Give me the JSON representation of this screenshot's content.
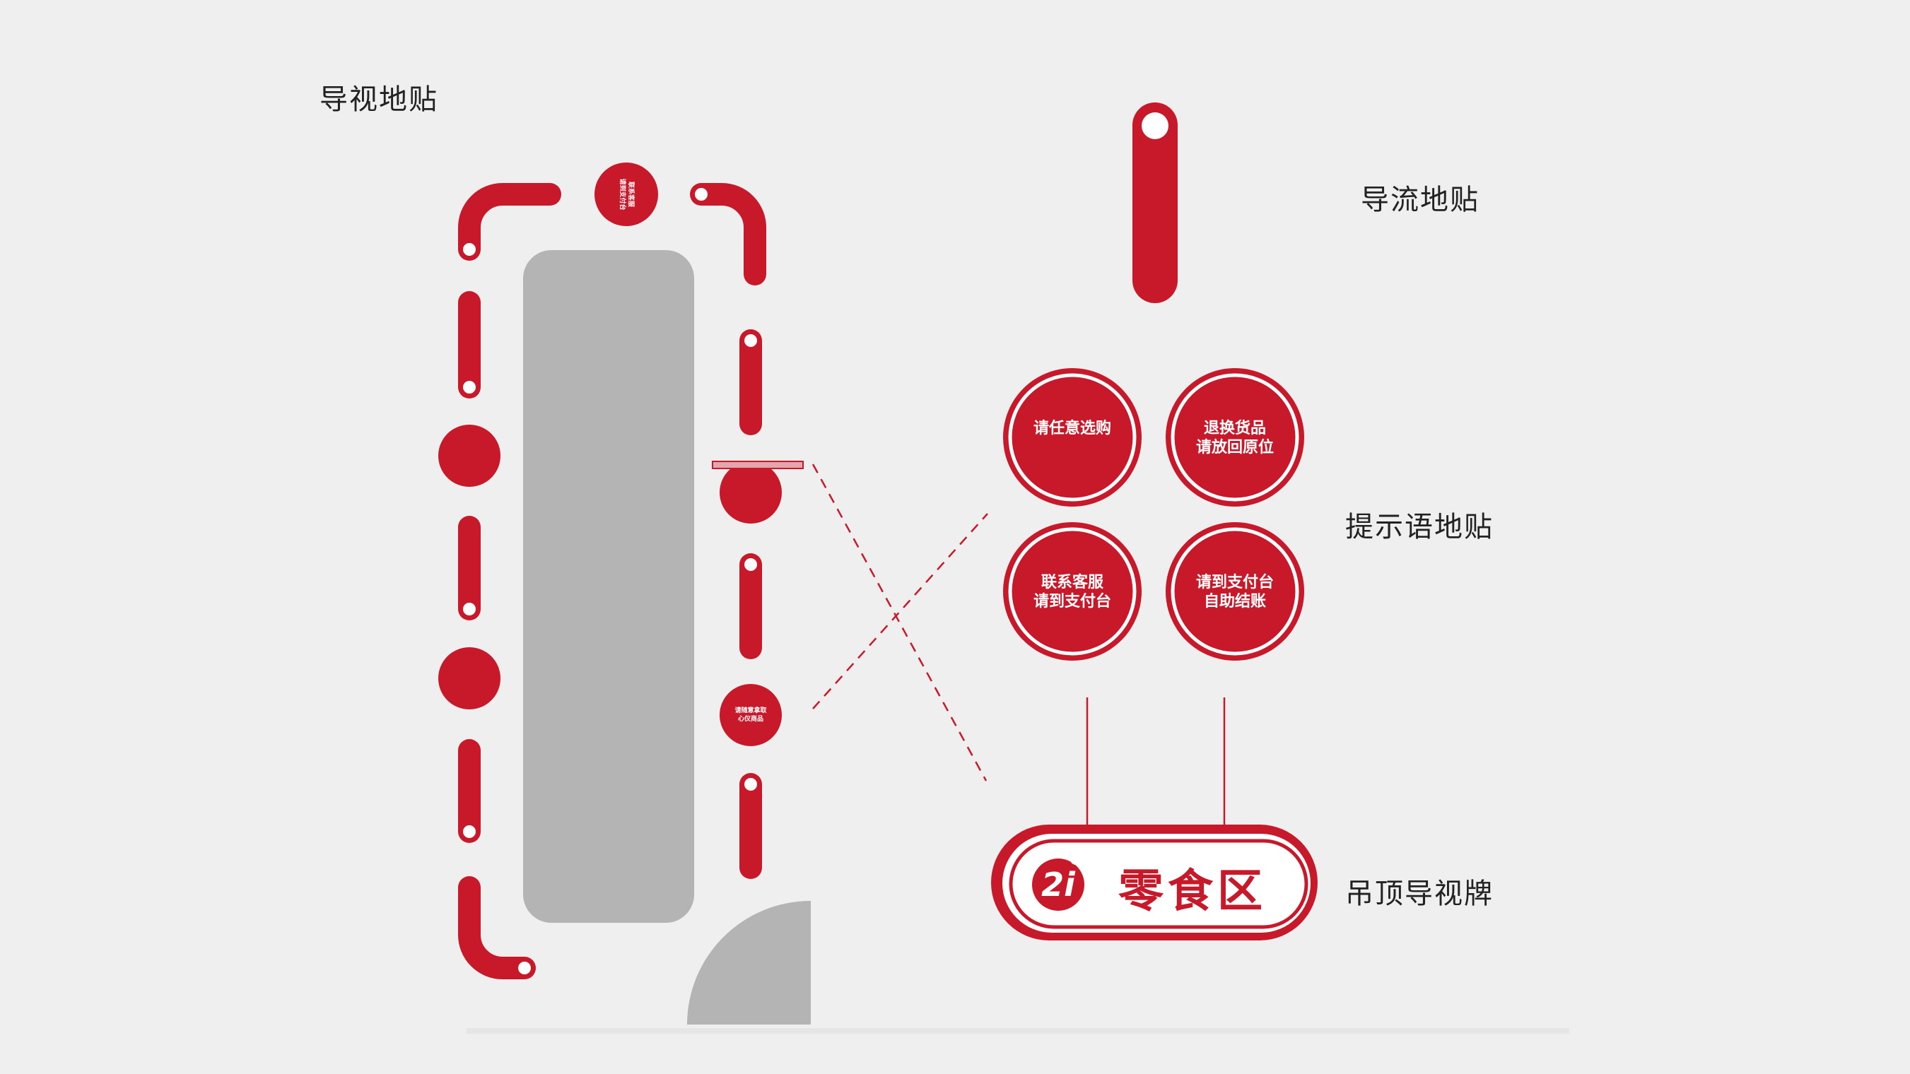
{
  "labels": {
    "floor_guide": "导视地贴",
    "flow_sticker": "导流地贴",
    "prompt_sticker": "提示语地贴",
    "ceiling_sign": "吊顶导视牌"
  },
  "badges": [
    {
      "line1": "请任意选购",
      "line2": ""
    },
    {
      "line1": "退换货品",
      "line2": "请放回原位"
    },
    {
      "line1": "联系客服",
      "line2": "请到支付台"
    },
    {
      "line1": "请到支付台",
      "line2": "自助结账"
    }
  ],
  "small_badges": {
    "top": {
      "line1": "联系客服",
      "line2": "请到支付台"
    },
    "right": {
      "line1": "请随意拿取",
      "line2": "心仪商品"
    }
  },
  "sign": {
    "logo": "2i",
    "text": "零食区"
  },
  "colors": {
    "red": "#c8192b",
    "gray_block": "#b4b4b4",
    "background": "#efefef"
  }
}
